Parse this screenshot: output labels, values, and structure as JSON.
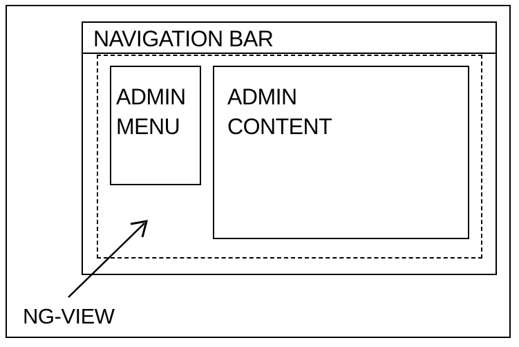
{
  "diagram": {
    "navigation_bar": {
      "label": "NAVIGATION BAR"
    },
    "admin_menu": {
      "lines": [
        "ADMIN",
        "MENU"
      ]
    },
    "admin_content": {
      "lines": [
        "ADMIN",
        "CONTENT"
      ]
    },
    "ng_view": {
      "label": "NG-VIEW"
    }
  }
}
